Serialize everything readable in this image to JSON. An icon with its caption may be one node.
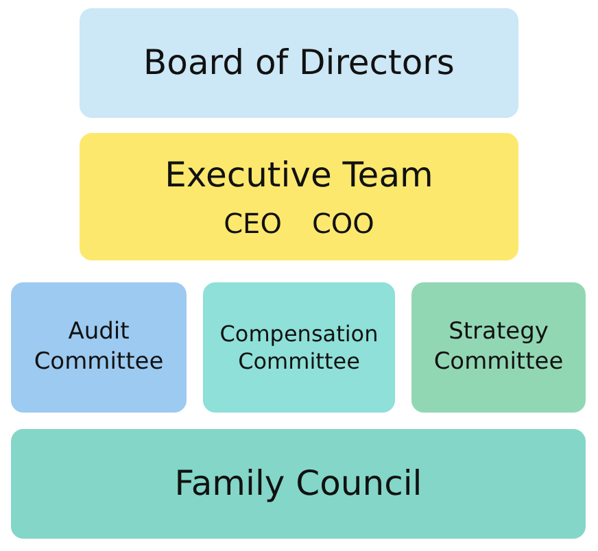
{
  "diagram": {
    "nodes": [
      {
        "text": [
          "Board of Directors"
        ]
      },
      {
        "text": [
          "Executive Team",
          "CEO",
          "COO"
        ]
      },
      {
        "text": [
          "Audit Committee"
        ]
      },
      {
        "text": [
          "Compensation Committee"
        ]
      },
      {
        "text": [
          "Strategy Committee"
        ]
      },
      {
        "text": [
          "Family Council"
        ]
      }
    ]
  }
}
